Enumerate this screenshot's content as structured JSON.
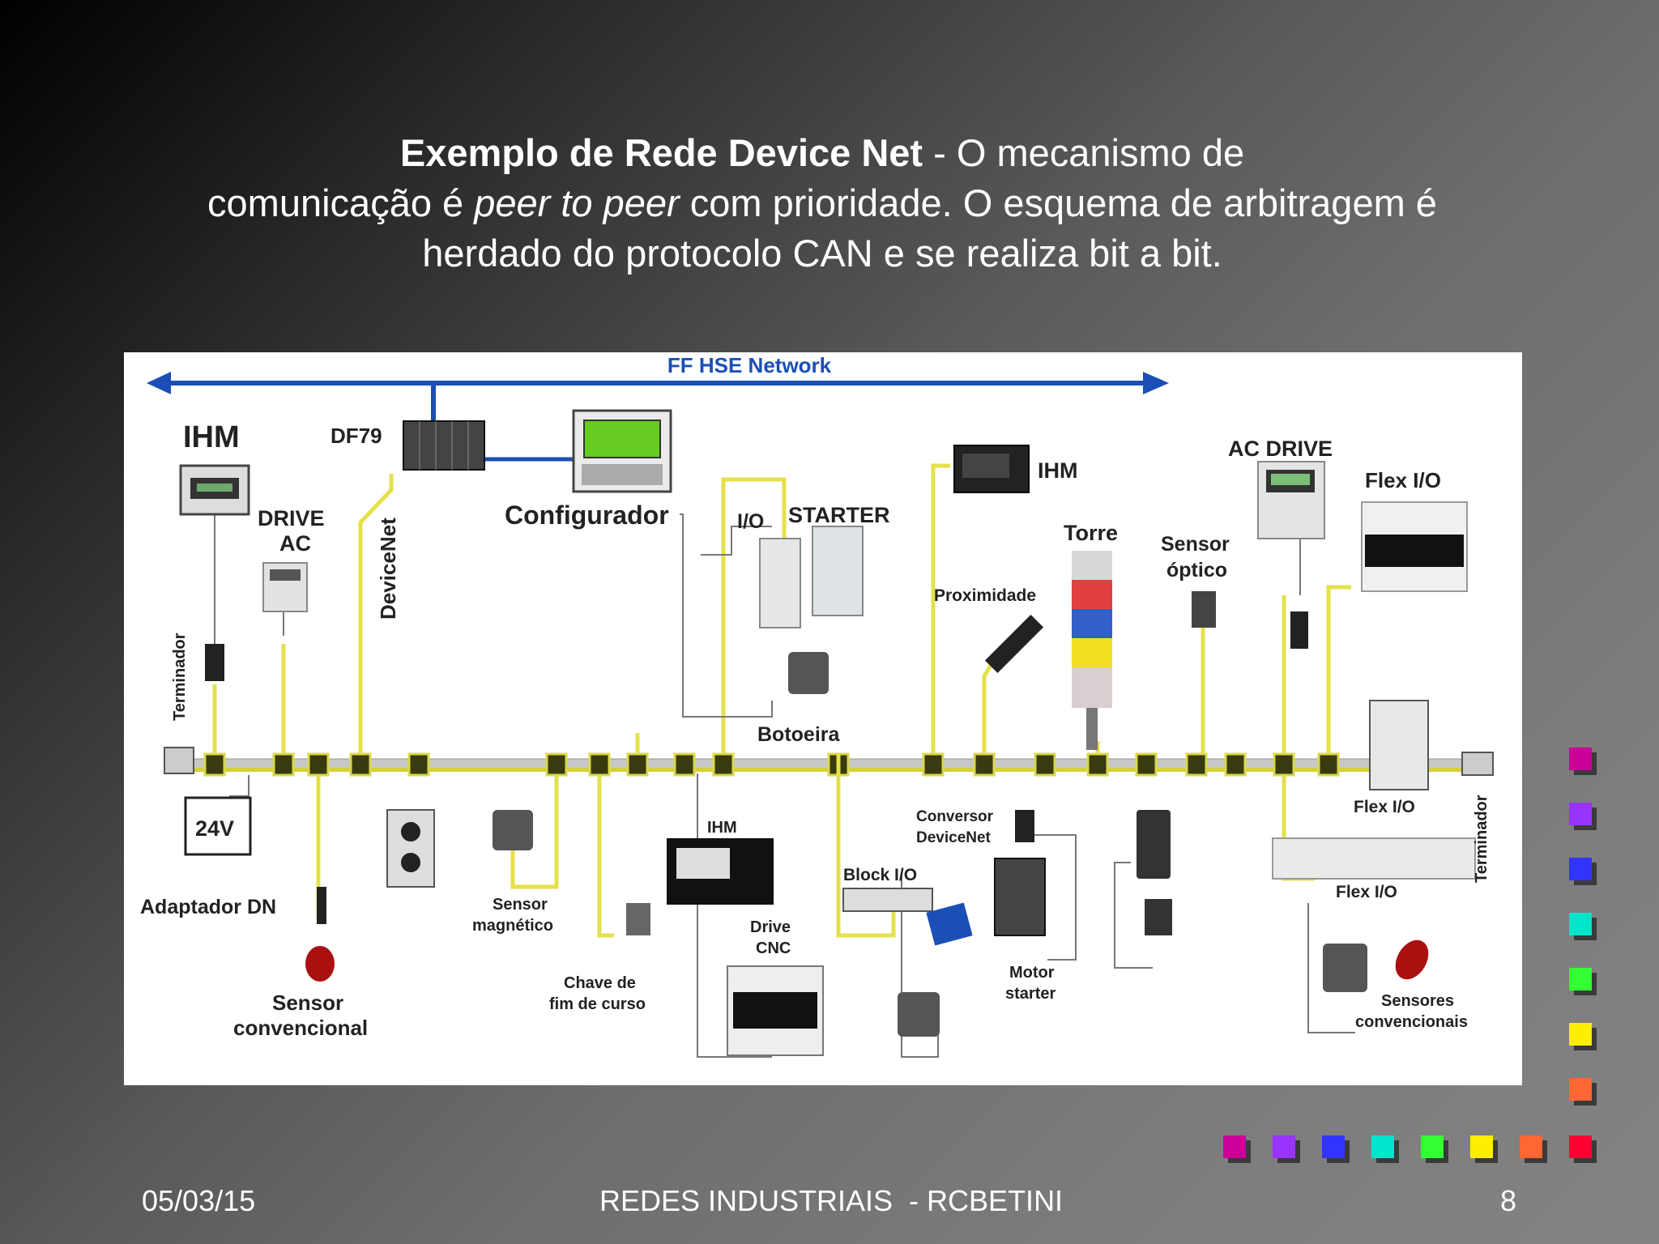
{
  "slide": {
    "title_bold": "Exemplo de Rede Device Net",
    "title_rest": " - O mecanismo de",
    "line2_a": "comunicação é ",
    "line2_italic": "peer to peer",
    "line2_b": " com prioridade. O esquema de arbitragem é",
    "line3": "herdado do protocolo CAN e se realiza bit a bit."
  },
  "diagram": {
    "network": "FF HSE Network",
    "labels": {
      "ihm_top": "IHM",
      "df79": "DF79",
      "configurador": "Configurador",
      "drive_ac_1": "DRIVE",
      "drive_ac_2": "AC",
      "devicenet": "DeviceNet",
      "terminador_left": "Terminador",
      "io": "I/O",
      "starter": "STARTER",
      "botoeira": "Botoeira",
      "ihm_mid": "IHM",
      "proximidade": "Proximidade",
      "torre": "Torre",
      "sensor_optico_1": "Sensor",
      "sensor_optico_2": "óptico",
      "ac_drive": "AC DRIVE",
      "flex_io_1": "Flex I/O",
      "flex_io_2": "Flex I/O",
      "flex_io_3": "Flex I/O",
      "terminador_right": "Terminador",
      "v24": "24V",
      "adaptador": "Adaptador DN",
      "sensor_conv_1": "Sensor",
      "sensor_conv_2": "convencional",
      "sensor_mag_1": "Sensor",
      "sensor_mag_2": "magnético",
      "chave_1": "Chave de",
      "chave_2": "fim de curso",
      "ihm_bottom": "IHM",
      "drive_cnc_1": "Drive",
      "drive_cnc_2": "CNC",
      "block_io": "Block I/O",
      "conversor_1": "Conversor",
      "conversor_2": "DeviceNet",
      "motor_1": "Motor",
      "motor_2": "starter",
      "sensores_1": "Sensores",
      "sensores_2": "convencionais"
    }
  },
  "footer": {
    "date": "05/03/15",
    "center": "REDES INDUSTRIAIS  - RCBETINI",
    "page": "8"
  },
  "decor": {
    "colors": [
      "#cc0099",
      "#9933ff",
      "#3333ff",
      "#00e6cc",
      "#33ff33",
      "#ffee00",
      "#ff6633",
      "#ff0033"
    ]
  }
}
